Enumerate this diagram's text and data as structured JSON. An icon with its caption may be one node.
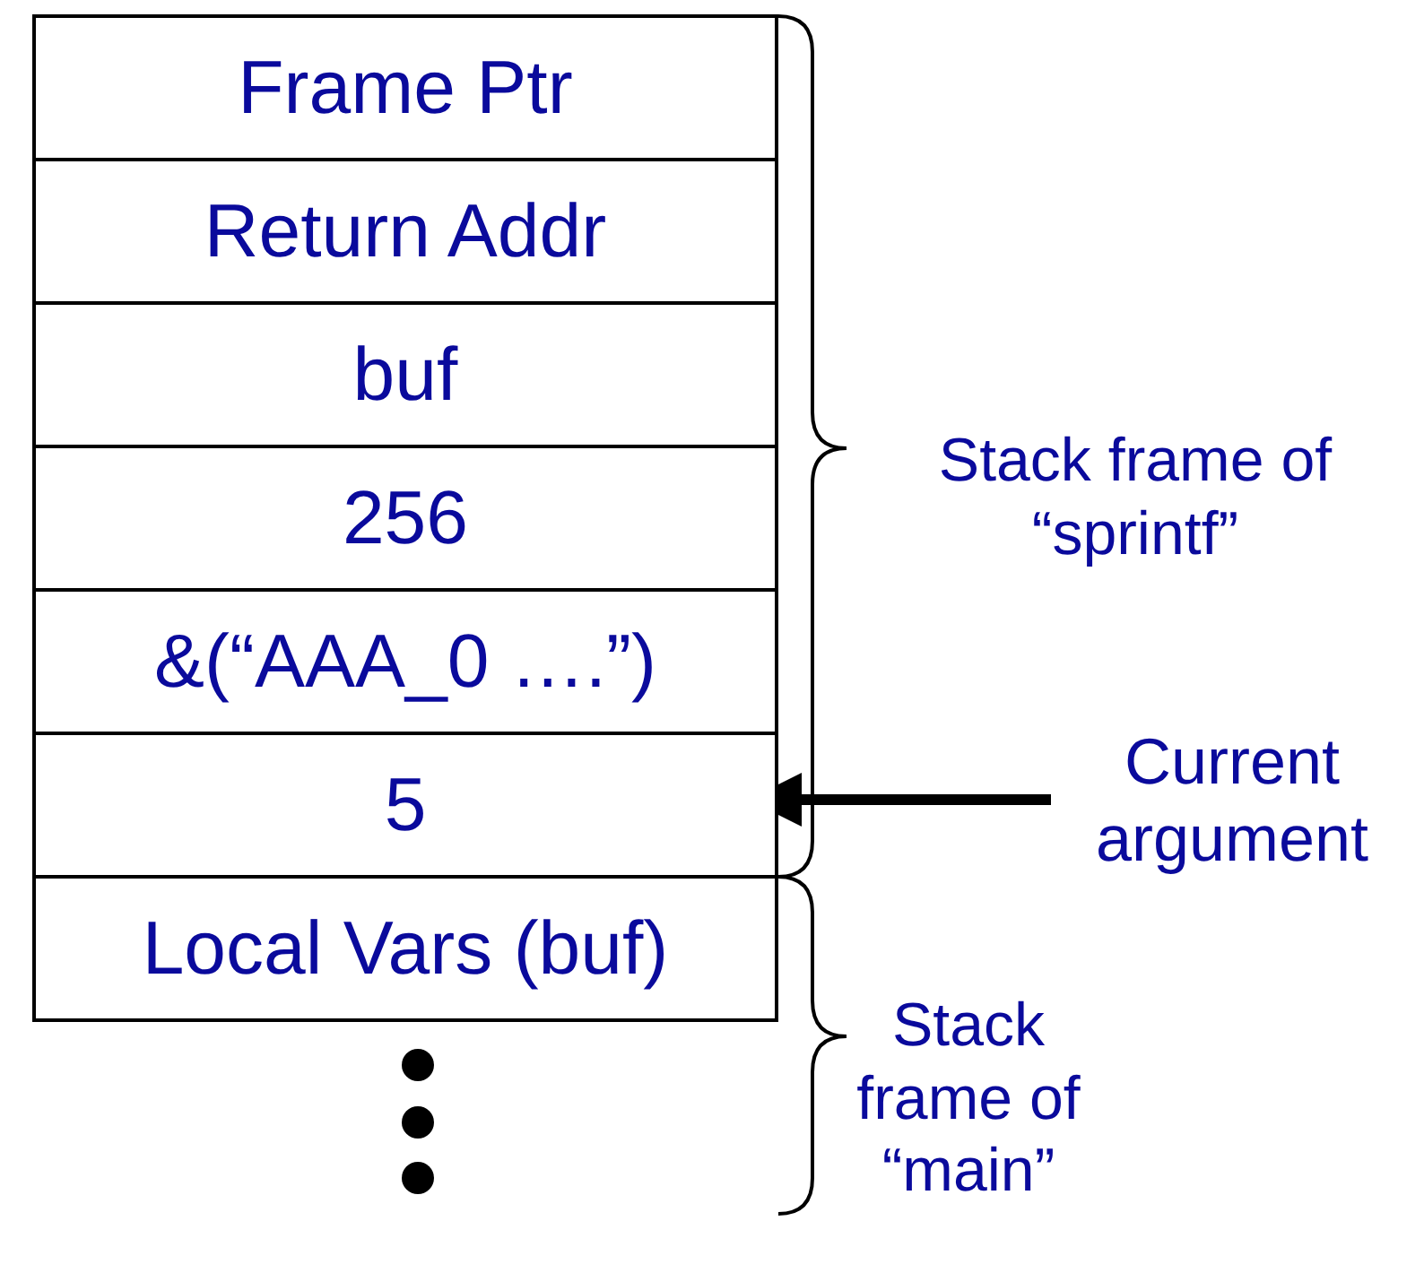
{
  "diagram": {
    "nodes": [
      {
        "text": [
          "Frame Ptr"
        ]
      },
      {
        "text": [
          "Return Addr"
        ]
      },
      {
        "text": [
          "buf"
        ]
      },
      {
        "text": [
          "256"
        ]
      },
      {
        "text": [
          "&(“AAA_0 ….”)"
        ]
      },
      {
        "text": [
          "5"
        ]
      },
      {
        "text": [
          "Local Vars (buf)"
        ]
      },
      {
        "text": [
          "Current argument"
        ]
      }
    ],
    "edges": [
      {
        "from": 7,
        "to": 5,
        "arrow": "to"
      }
    ],
    "labels": [
      "Stack frame of “sprintf”",
      "Stack frame of “main”"
    ]
  }
}
